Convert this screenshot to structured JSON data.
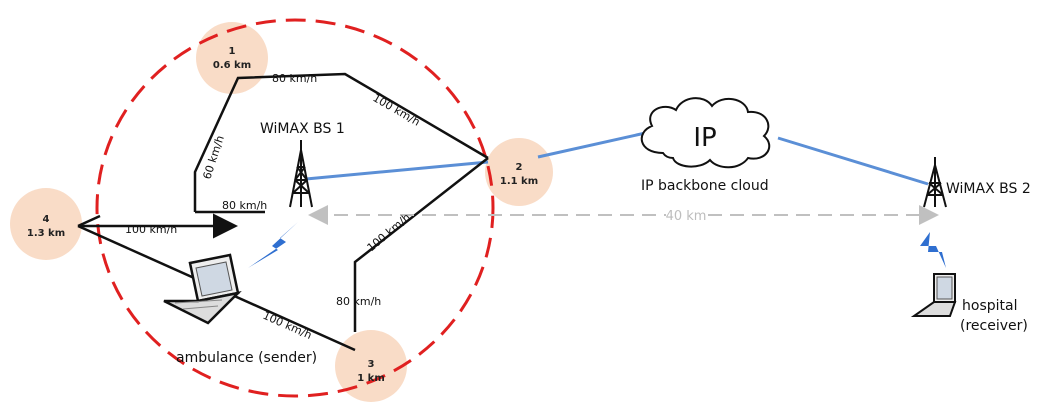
{
  "waypoints": [
    {
      "id": "1",
      "distance": "0.6 km"
    },
    {
      "id": "2",
      "distance": "1.1 km"
    },
    {
      "id": "3",
      "distance": "1 km"
    },
    {
      "id": "4",
      "distance": "1.3 km"
    }
  ],
  "speeds": {
    "s_1_top": "80 km/h",
    "s_1_to_2": "100 km/h",
    "s_left_vertical": "60 km/h",
    "s_inner": "80 km/h",
    "s_4_arrow": "100 km/h",
    "s_2_to_3": "100 km/h",
    "s_3_vertical": "80 km/h",
    "s_4_to_3": "100 km/h"
  },
  "stations": {
    "bs1": "WiMAX BS 1",
    "bs2": "WiMAX BS 2"
  },
  "cloud": {
    "label": "IP",
    "caption": "IP backbone cloud"
  },
  "distance_between_bs": "40 km",
  "sender": "ambulance (sender)",
  "receiver_line1": "hospital",
  "receiver_line2": "(receiver)",
  "colors": {
    "coverage": "#e02020",
    "backbone": "#5b8fd6",
    "waypoint_fill": "#f9dcc7",
    "path": "#111111",
    "distance_line": "#c0c0c0",
    "wireless": "#2f6fd0"
  }
}
